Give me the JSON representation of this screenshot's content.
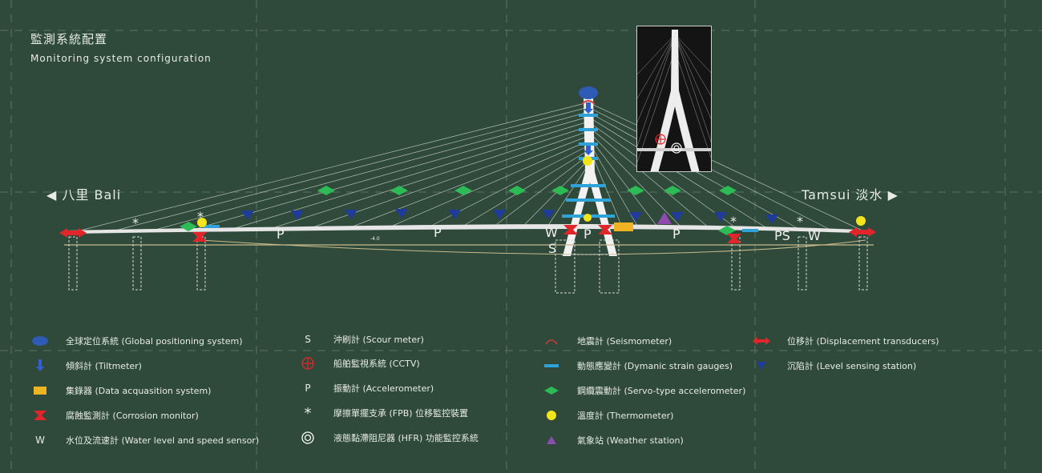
{
  "title": {
    "zh": "監測系統配置",
    "en": "Monitoring system configuration"
  },
  "directions": {
    "left": "◀ 八里 Bali",
    "right": "Tamsui 淡水 ▶"
  },
  "diagram_labels": {
    "asterisk": "*",
    "p": "P",
    "w": "W",
    "s": "S",
    "ps": "PS",
    "center_mark": "-4.0"
  },
  "colors": {
    "background": "#2f4a3a",
    "gps": "#2d5bb5",
    "tiltmeter": "#2f5fd0",
    "daq": "#f0b323",
    "corrosion": "#e0262a",
    "strain": "#2fa3d8",
    "servo": "#2dbb55",
    "thermometer": "#f3e51c",
    "weather": "#8e4bb0",
    "level": "#1f3c9a",
    "displacement": "#e0262a"
  },
  "legend": [
    {
      "icon": "gps-icon",
      "label": "全球定位系統 (Global positioning system)"
    },
    {
      "icon": "tiltmeter-icon",
      "label": "傾斜計 (Tiltmeter)"
    },
    {
      "icon": "daq-icon",
      "label": "集錄器 (Data acquasition system)"
    },
    {
      "icon": "corrosion-icon",
      "label": "腐蝕監測計 (Corrosion monitor)"
    },
    {
      "icon": "water-level-icon",
      "glyph": "W",
      "label": "水位及流速計 (Water level and speed sensor)"
    },
    {
      "icon": "scour-icon",
      "glyph": "S",
      "label": "沖刷計 (Scour meter)"
    },
    {
      "icon": "cctv-icon",
      "label": "船舶監視系統 (CCTV)"
    },
    {
      "icon": "accelerometer-icon",
      "glyph": "P",
      "label": "振動計 (Accelerometer)"
    },
    {
      "icon": "fpb-icon",
      "glyph": "*",
      "label": "摩擦單擺支承 (FPB) 位移監控裝置"
    },
    {
      "icon": "hfr-icon",
      "label": "液態黏滯阻尼器 (HFR) 功能監控系統"
    },
    {
      "icon": "seismometer-icon",
      "label": "地震計 (Seismometer)"
    },
    {
      "icon": "strain-gauge-icon",
      "label": "動態應變計 (Dymanic strain gauges)"
    },
    {
      "icon": "servo-accelerometer-icon",
      "label": "鋼纜震動計 (Servo-type accelerometer)"
    },
    {
      "icon": "thermometer-icon",
      "label": "溫度計 (Thermometer)"
    },
    {
      "icon": "weather-station-icon",
      "label": "氣象站 (Weather station)"
    },
    {
      "icon": "displacement-icon",
      "label": "位移計 (Displacement transducers)"
    },
    {
      "icon": "level-station-icon",
      "label": "沉陷計 (Level sensing station)"
    }
  ]
}
